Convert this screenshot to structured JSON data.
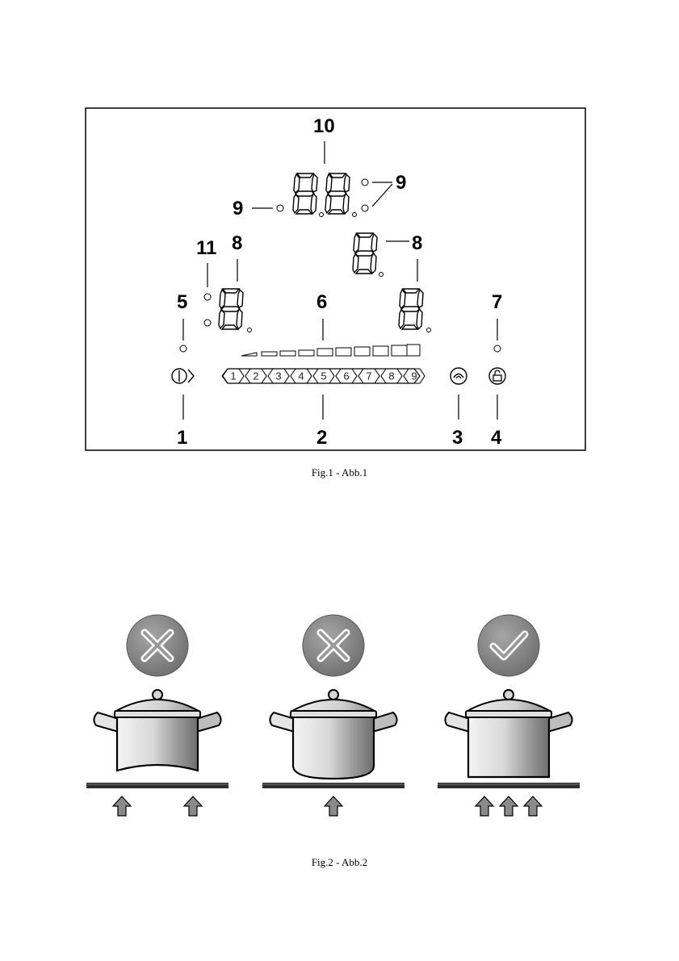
{
  "figure1": {
    "caption": "Fig.1 - Abb.1",
    "callouts": {
      "c1": "1",
      "c2": "2",
      "c3": "3",
      "c4": "4",
      "c5": "5",
      "c6": "6",
      "c7": "7",
      "c8a": "8",
      "c8b": "8",
      "c9a": "9",
      "c9b": "9",
      "c10": "10",
      "c11": "11"
    },
    "level_keys": [
      "1",
      "2",
      "3",
      "4",
      "5",
      "6",
      "7",
      "8",
      "9"
    ],
    "icons": {
      "power": "power-icon",
      "boost": "boost-icon",
      "lock": "lock-icon"
    }
  },
  "figure2": {
    "caption": "Fig.2 - Abb.2",
    "panels": [
      {
        "verdict": "wrong",
        "verdict_icon": "cross-icon",
        "base": "concave",
        "arrows": 2
      },
      {
        "verdict": "wrong",
        "verdict_icon": "cross-icon",
        "base": "convex",
        "arrows": 1
      },
      {
        "verdict": "correct",
        "verdict_icon": "check-icon",
        "base": "flat",
        "arrows": 3
      }
    ]
  },
  "colors": {
    "display_segment": "#000000",
    "badge_gray": "#8a8a8a",
    "arrow_gray": "#8a8a8a",
    "hob_line": "#333333"
  }
}
